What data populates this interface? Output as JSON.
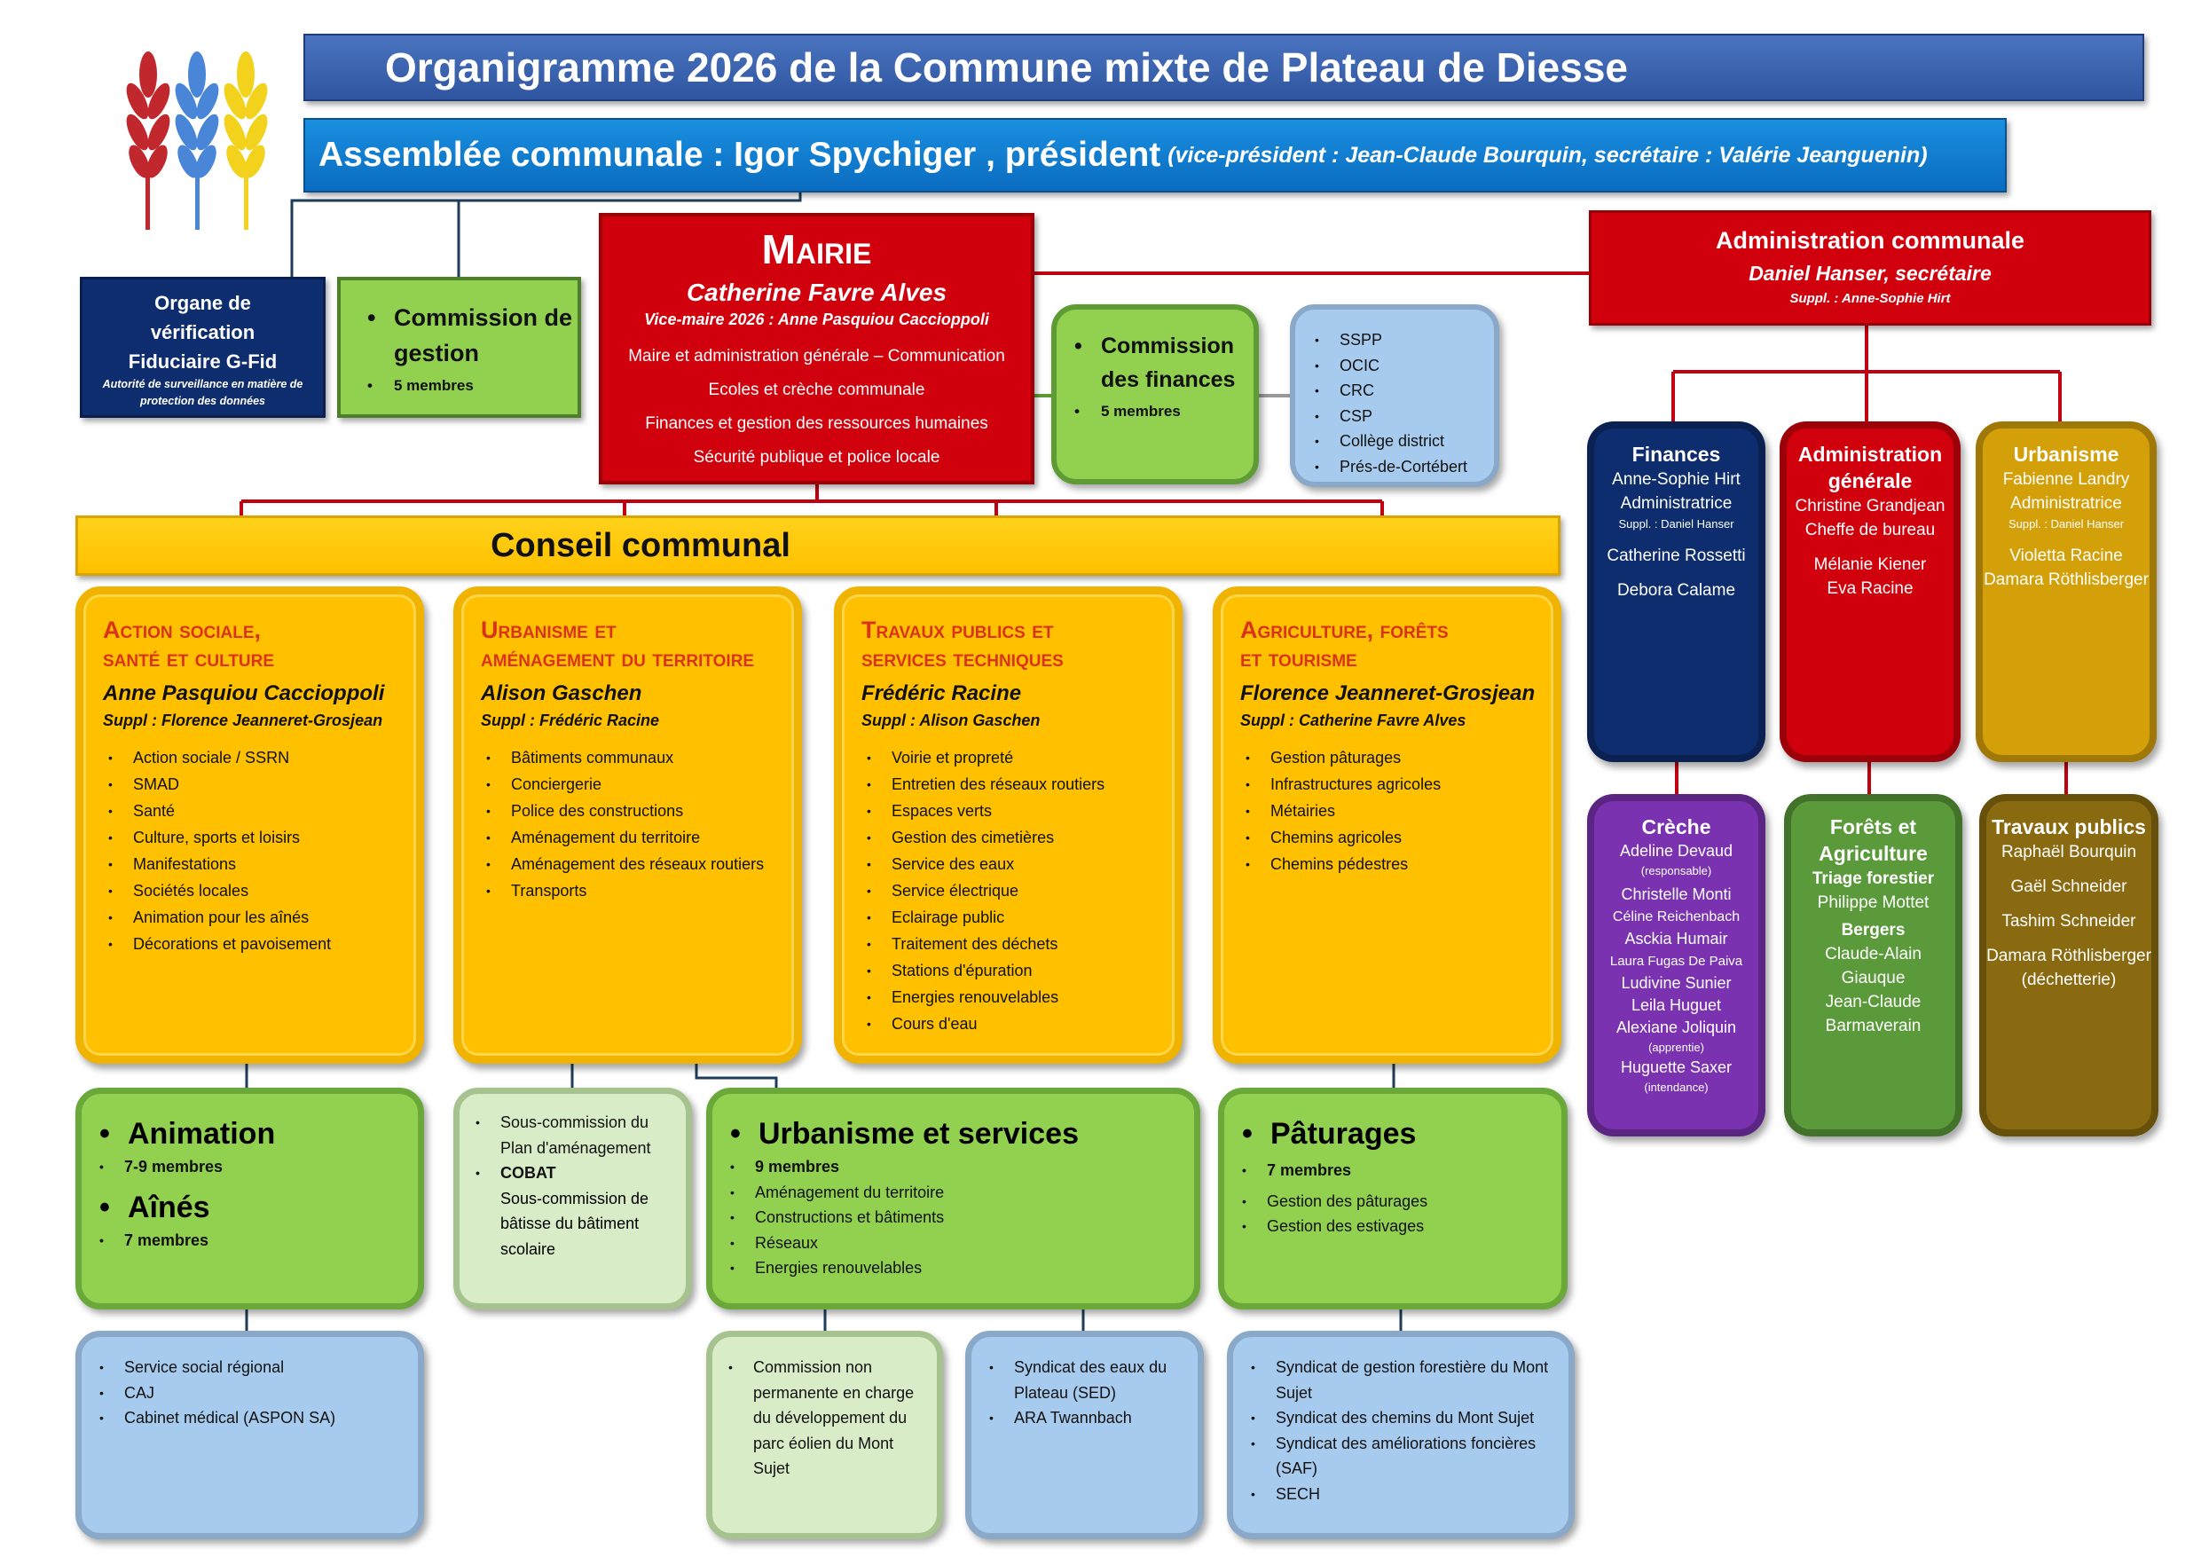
{
  "header": {
    "title": "Organigramme 2026 de la Commune mixte de Plateau de Diesse"
  },
  "assembly": {
    "main": "Assemblée communale : Igor Spychiger , président",
    "sub": "(vice-président : Jean-Claude Bourquin, secrétaire : Valérie Jeanguenin)"
  },
  "organe": {
    "l1": "Organe de",
    "l2": "vérification",
    "l3": "Fiduciaire G-Fid",
    "sub": "Autorité de surveillance en matière de protection des données"
  },
  "gestion": {
    "title": "Commission de gestion",
    "members": "5 membres"
  },
  "mairie": {
    "title": "Mairie",
    "name": "Catherine Favre Alves",
    "vice": "Vice-maire 2026 : Anne Pasquiou Caccioppoli",
    "items": [
      "Maire et administration générale – Communication",
      "Ecoles et crèche communale",
      "Finances et gestion des ressources humaines",
      "Sécurité publique et police locale"
    ]
  },
  "finances_commission": {
    "title": "Commission des finances",
    "members": "5 membres"
  },
  "partners": [
    "SSPP",
    "OCIC",
    "CRC",
    "CSP",
    "Collège district",
    "Prés-de-Cortébert"
  ],
  "admin": {
    "title": "Administration communale",
    "name": "Daniel Hanser, secrétaire",
    "suppl": "Suppl. : Anne-Sophie Hirt"
  },
  "conseil": "Conseil communal",
  "dicasteres": [
    {
      "t1": "Action sociale,",
      "t2": "santé et culture",
      "head": "Anne Pasquiou Caccioppoli",
      "suppl": "Suppl : Florence Jeanneret-Grosjean",
      "items": [
        "Action sociale / SSRN",
        "SMAD",
        "Santé",
        "Culture, sports et loisirs",
        "Manifestations",
        "Sociétés locales",
        "Animation pour les aînés",
        "Décorations et pavoisement"
      ]
    },
    {
      "t1": "Urbanisme et",
      "t2": "aménagement du territoire",
      "head": "Alison Gaschen",
      "suppl": "Suppl : Frédéric Racine",
      "items": [
        "Bâtiments communaux",
        "Conciergerie",
        "Police des constructions",
        "Aménagement du territoire",
        "Aménagement des réseaux routiers",
        "Transports"
      ]
    },
    {
      "t1": "Travaux publics et",
      "t2": "services techniques",
      "head": "Frédéric Racine",
      "suppl": "Suppl : Alison Gaschen",
      "items": [
        "Voirie et propreté",
        "Entretien des réseaux routiers",
        "Espaces verts",
        "Gestion des cimetières",
        "Service des eaux",
        "Service électrique",
        "Eclairage public",
        "Traitement des déchets",
        "Stations d'épuration",
        "Energies renouvelables",
        "Cours d'eau"
      ]
    },
    {
      "t1": "Agriculture, forêts",
      "t2": "et tourisme",
      "head": "Florence Jeanneret-Grosjean",
      "suppl": "Suppl : Catherine Favre Alves",
      "items": [
        "Gestion pâturages",
        "Infrastructures agricoles",
        "Métairies",
        "Chemins agricoles",
        "Chemins pédestres"
      ]
    }
  ],
  "commissions": {
    "animation": {
      "title": "Animation",
      "members": "7-9 membres",
      "title2": "Aînés",
      "members2": "7 membres"
    },
    "souscom": {
      "item1": "Sous-commission du Plan d'aménagement",
      "item2": "COBAT",
      "text": "Sous-commission de bâtisse du bâtiment scolaire"
    },
    "urbanisme": {
      "title": "Urbanisme et services",
      "members": "9 membres",
      "items": [
        "Aménagement du territoire",
        "Constructions et bâtiments",
        "Réseaux",
        "Energies renouvelables"
      ]
    },
    "paturages": {
      "title": "Pâturages",
      "members": "7 membres",
      "items": [
        "Gestion des pâturages",
        "Gestion des estivages"
      ]
    }
  },
  "external": {
    "social": [
      "Service social régional",
      "CAJ",
      "Cabinet médical (ASPON SA)"
    ],
    "eolien": [
      "Commission non permanente en charge du développement du parc éolien du Mont Sujet"
    ],
    "eaux": [
      "Syndicat des eaux du Plateau (SED)",
      "ARA Twannbach"
    ],
    "syndicats": [
      "Syndicat de gestion forestière du Mont Sujet",
      "Syndicat des chemins du Mont Sujet",
      "Syndicat des améliorations foncières (SAF)",
      "SECH"
    ]
  },
  "services": {
    "finances": {
      "title": "Finances",
      "l1": "Anne-Sophie Hirt",
      "l2": "Administratrice",
      "suppl": "Suppl. : Daniel Hanser",
      "l3": "Catherine Rossetti",
      "l4": "Debora Calame"
    },
    "admin_gen": {
      "title": "Administration générale",
      "l1": "Christine Grandjean",
      "l2": "Cheffe de bureau",
      "l3": "Mélanie Kiener",
      "l4": "Eva Racine"
    },
    "urbanisme": {
      "title": "Urbanisme",
      "l1": "Fabienne Landry",
      "l2": "Administratrice",
      "suppl": "Suppl. : Daniel Hanser",
      "l3": "Violetta Racine Damara Röthlisberger"
    },
    "creche": {
      "title": "Crèche",
      "l1": "Adeline Devaud",
      "r1": "(responsable)",
      "l2": "Christelle Monti",
      "l3": "Céline Reichenbach",
      "l4": "Asckia Humair",
      "l5": "Laura Fugas De Paiva",
      "l6": "Ludivine Sunier",
      "l7": "Leila Huguet",
      "l8": "Alexiane Joliquin",
      "r8": "(apprentie)",
      "l9": "Huguette Saxer",
      "r9": "(intendance)"
    },
    "forets": {
      "title": "Forêts et Agriculture",
      "h1": "Triage forestier",
      "l1": "Philippe Mottet",
      "h2": "Bergers",
      "l2": "Claude-Alain Giauque",
      "l3": "Jean-Claude Barmaverain"
    },
    "travaux": {
      "title": "Travaux publics",
      "l1": "Raphaël Bourquin",
      "l2": "Gaël Schneider",
      "l3": "Tashim Schneider",
      "l4": "Damara Röthlisberger (déchetterie)"
    }
  },
  "colors": {
    "blue": "#2f55a0",
    "red": "#d0000c",
    "yellow": "#ffc000",
    "green": "#92d050",
    "lightblue": "#a7cbee",
    "purple": "#7030a0"
  }
}
